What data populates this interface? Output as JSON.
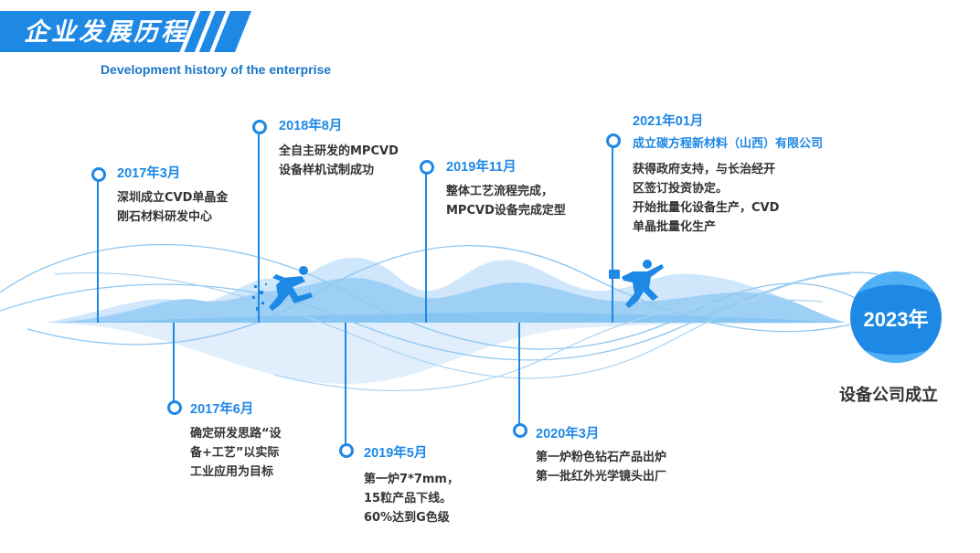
{
  "header": {
    "title": "企业发展历程",
    "subtitle": "Development history of the enterprise"
  },
  "colors": {
    "accent": "#1e88e5",
    "wave_light": "#cfe6fb",
    "text": "#333333"
  },
  "milestones": [
    {
      "date": "2017年3月",
      "lines": [
        "深圳成立CVD单晶金",
        "刚石材料研发中心"
      ]
    },
    {
      "date": "2018年8月",
      "lines": [
        "全自主研发的MPCVD",
        "设备样机试制成功"
      ]
    },
    {
      "date": "2019年11月",
      "lines": [
        "整体工艺流程完成，",
        "MPCVD设备完成定型"
      ]
    },
    {
      "date": "2021年01月",
      "subtitle": "成立碳方程新材料（山西）有限公司",
      "lines": [
        "获得政府支持，与长治经开",
        "区签订投资协定。",
        "开始批量化设备生产，CVD",
        "单晶批量化生产"
      ]
    },
    {
      "date": "2017年6月",
      "lines": [
        "确定研发思路“设",
        "备+工艺”以实际",
        "工业应用为目标"
      ]
    },
    {
      "date": "2019年5月",
      "lines": [
        "第一炉7*7mm，",
        "15粒产品下线。",
        "60%达到G色级"
      ]
    },
    {
      "date": "2020年3月",
      "lines": [
        "第一炉粉色钻石产品出炉",
        "第一批红外光学镜头出厂"
      ]
    }
  ],
  "final": {
    "year": "2023年",
    "label": "设备公司成立"
  }
}
